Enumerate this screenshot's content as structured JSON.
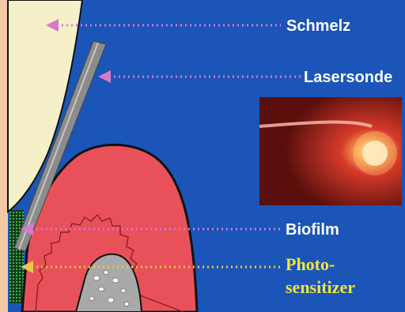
{
  "labels": {
    "schmelz": "Schmelz",
    "lasersonde": "Lasersonde",
    "biofilm": "Biofilm",
    "photosensitizer_line1": "Photo-",
    "photosensitizer_line2": "sensitizer"
  },
  "colors": {
    "background": "#1b55b8",
    "enamel": "#f6f0c8",
    "gum": "#e9515a",
    "gum_outline": "#111111",
    "bone": "#a9a9a9",
    "probe": "#8c8c8c",
    "arrow_pink": "#d878c8",
    "arrow_yellow": "#e8c84a",
    "label_white": "#ffffff",
    "label_yellow": "#f2e53a"
  },
  "icons": {
    "arrow": "dotted-arrow-left",
    "photo": "laser-treatment-photo"
  }
}
